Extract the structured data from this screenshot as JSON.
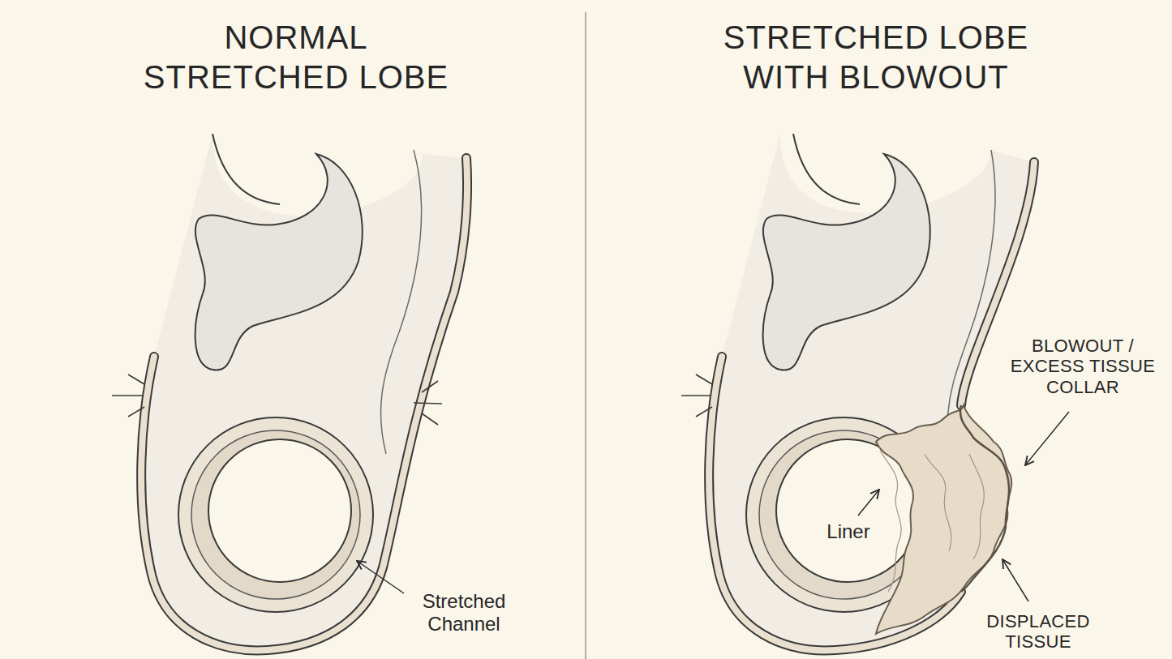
{
  "diagram": {
    "labels": [
      "NORMAL STRETCHED LOBE",
      "STRETCHED LOBE WITH BLOWOUT",
      "Stretched Channel",
      "BLOWOUT / EXCESS TISSUE COLLAR",
      "Liner",
      "DISPLACED TISSUE"
    ]
  }
}
